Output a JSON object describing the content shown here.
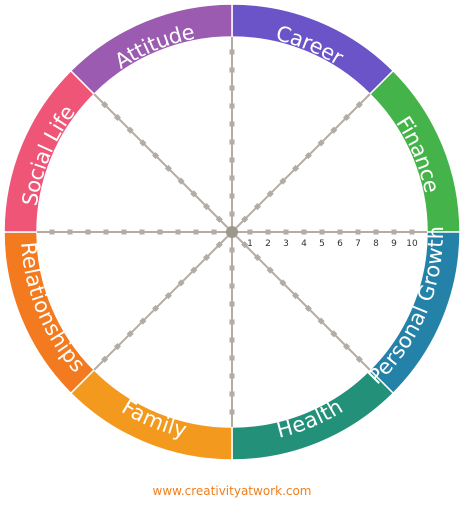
{
  "segments": [
    {
      "id": "career",
      "label": "Career",
      "color": "#6a54c8"
    },
    {
      "id": "finance",
      "label": "Finance",
      "color": "#44b44a"
    },
    {
      "id": "personal-growth",
      "label": "Personal Growth",
      "color": "#2481a8"
    },
    {
      "id": "health",
      "label": "Health",
      "color": "#23907a"
    },
    {
      "id": "family",
      "label": "Family",
      "color": "#f39a1e"
    },
    {
      "id": "relationships",
      "label": "Relationships",
      "color": "#f37a1e"
    },
    {
      "id": "social-life",
      "label": "Social Life",
      "color": "#ee5577"
    },
    {
      "id": "attitude",
      "label": "Attitude",
      "color": "#9a5bb0"
    }
  ],
  "scale": {
    "labels": [
      "1",
      "2",
      "3",
      "4",
      "5",
      "6",
      "7",
      "8",
      "9",
      "10"
    ]
  },
  "colors": {
    "spoke": "#b3aca3",
    "center_hub": "#9e978d",
    "footer": "#f08020"
  },
  "footer": {
    "url": "www.creativityatwork.com"
  }
}
